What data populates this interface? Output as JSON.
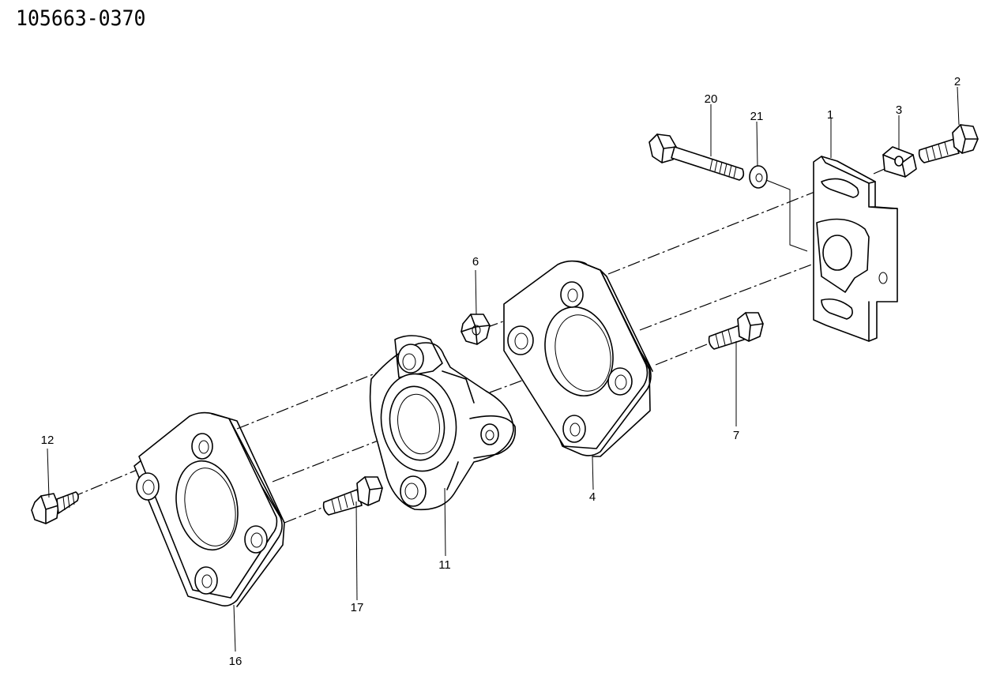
{
  "diagram": {
    "part_number": "105663-0370",
    "callouts": [
      {
        "key": "c1",
        "text": "1"
      },
      {
        "key": "c2",
        "text": "2"
      },
      {
        "key": "c3",
        "text": "3"
      },
      {
        "key": "c4",
        "text": "4"
      },
      {
        "key": "c6",
        "text": "6"
      },
      {
        "key": "c7",
        "text": "7"
      },
      {
        "key": "c11",
        "text": "11"
      },
      {
        "key": "c12",
        "text": "12"
      },
      {
        "key": "c16",
        "text": "16"
      },
      {
        "key": "c17",
        "text": "17"
      },
      {
        "key": "c20",
        "text": "20"
      },
      {
        "key": "c21",
        "text": "21"
      }
    ]
  }
}
